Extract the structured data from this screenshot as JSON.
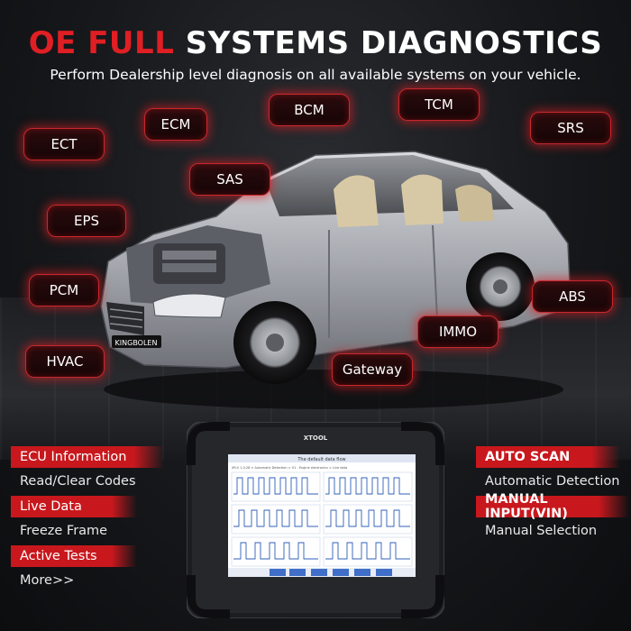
{
  "header": {
    "title_red": "OE FULL",
    "title_white": "SYSTEMS DIAGNOSTICS",
    "subtitle": "Perform Dealership level diagnosis on all available systems on your vehicle."
  },
  "systems": {
    "ecm": "ECM",
    "bcm": "BCM",
    "tcm": "TCM",
    "srs": "SRS",
    "ect": "ECT",
    "sas": "SAS",
    "eps": "EPS",
    "pcm": "PCM",
    "abs": "ABS",
    "immo": "IMMO",
    "hvac": "HVAC",
    "gateway": "Gateway"
  },
  "car": {
    "plate": "KINGBOLEN"
  },
  "device": {
    "brand": "XTOOL",
    "screen_title": "The default data flow",
    "breadcrumb": "XR-V 1.0.28 > Automatic Detection > 01 - Engine electronics > Live data"
  },
  "features_left": [
    {
      "label": "ECU Information",
      "highlight": true
    },
    {
      "label": "Read/Clear Codes",
      "highlight": false
    },
    {
      "label": "Live Data",
      "highlight": true
    },
    {
      "label": "Freeze Frame",
      "highlight": false
    },
    {
      "label": "Active Tests",
      "highlight": true
    },
    {
      "label": "More>>",
      "highlight": false
    }
  ],
  "features_right": [
    {
      "label": "AUTO SCAN",
      "highlight": true
    },
    {
      "label": "Automatic Detection",
      "highlight": false
    },
    {
      "label": "MANUAL INPUT(VIN)",
      "highlight": true
    },
    {
      "label": "Manual Selection",
      "highlight": false
    }
  ],
  "colors": {
    "accent": "#e01f24",
    "background": "#141518",
    "bubble_glow": "#c8282c"
  }
}
